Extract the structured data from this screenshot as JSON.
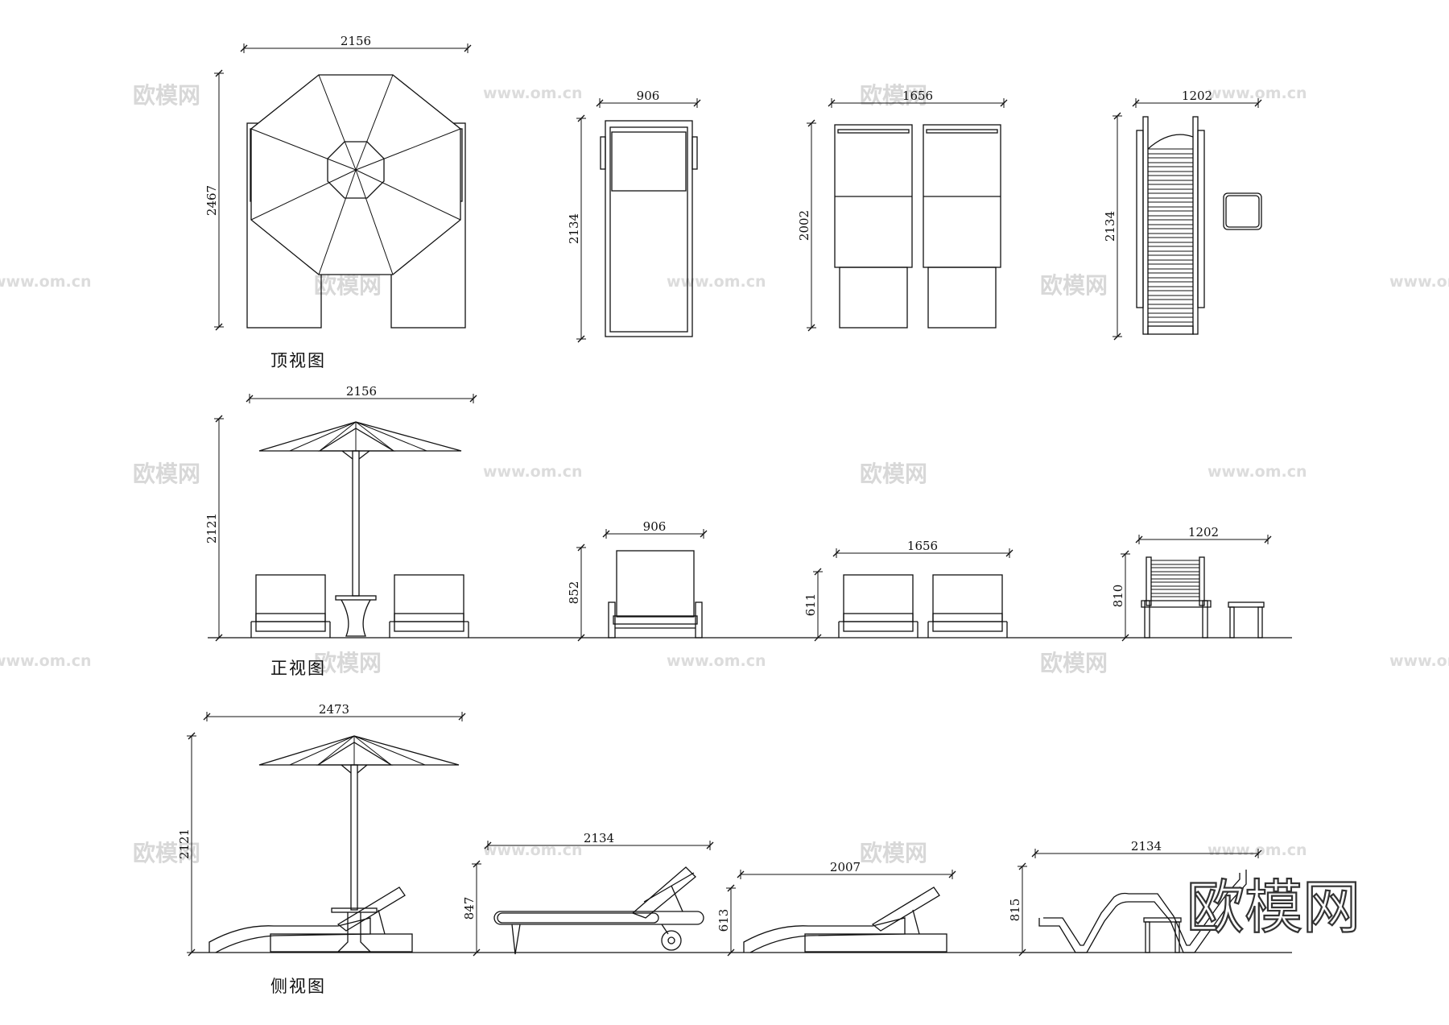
{
  "view_labels": {
    "top": "顶视图",
    "front": "正视图",
    "side": "侧视图"
  },
  "dimensions": {
    "top_umbrella_width": "2156",
    "top_umbrella_depth": "2467",
    "top_single_width": "906",
    "top_single_depth": "2134",
    "top_pair_width": "1656",
    "top_pair_depth": "2002",
    "top_slat_width": "1202",
    "top_slat_depth": "2134",
    "front_umbrella_width": "2156",
    "front_umbrella_height": "2121",
    "front_single_width": "906",
    "front_single_height": "852",
    "front_pair_width": "1656",
    "front_pair_height": "611",
    "front_slat_width": "1202",
    "front_slat_height": "810",
    "side_umbrella_width": "2473",
    "side_umbrella_height": "2121",
    "side_single_width": "2134",
    "side_single_height": "847",
    "side_pair_width": "2007",
    "side_pair_height": "613",
    "side_slat_width": "2134",
    "side_slat_height": "815"
  },
  "watermark": {
    "brand": "欧模网",
    "url": "www.om.cn"
  }
}
